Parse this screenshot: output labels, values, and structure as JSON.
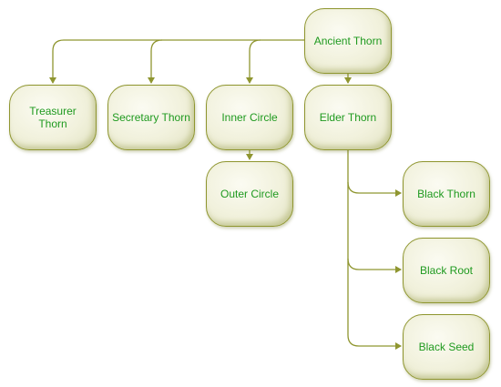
{
  "diagram": {
    "colors": {
      "connector": "#8f9630",
      "node_text": "#1f9a1f",
      "node_fill": "#f1f1dc",
      "node_border": "#8f9630"
    },
    "nodes": {
      "ancient_thorn": "Ancient Thorn",
      "treasurer_thorn": "Treasurer Thorn",
      "secretary_thorn": "Secretary Thorn",
      "inner_circle": "Inner Circle",
      "elder_thorn": "Elder Thorn",
      "outer_circle": "Outer Circle",
      "black_thorn": "Black Thorn",
      "black_root": "Black Root",
      "black_seed": "Black Seed"
    },
    "edges": [
      [
        "ancient_thorn",
        "treasurer_thorn"
      ],
      [
        "ancient_thorn",
        "secretary_thorn"
      ],
      [
        "ancient_thorn",
        "inner_circle"
      ],
      [
        "ancient_thorn",
        "elder_thorn"
      ],
      [
        "inner_circle",
        "outer_circle"
      ],
      [
        "elder_thorn",
        "black_thorn"
      ],
      [
        "elder_thorn",
        "black_root"
      ],
      [
        "elder_thorn",
        "black_seed"
      ]
    ]
  }
}
